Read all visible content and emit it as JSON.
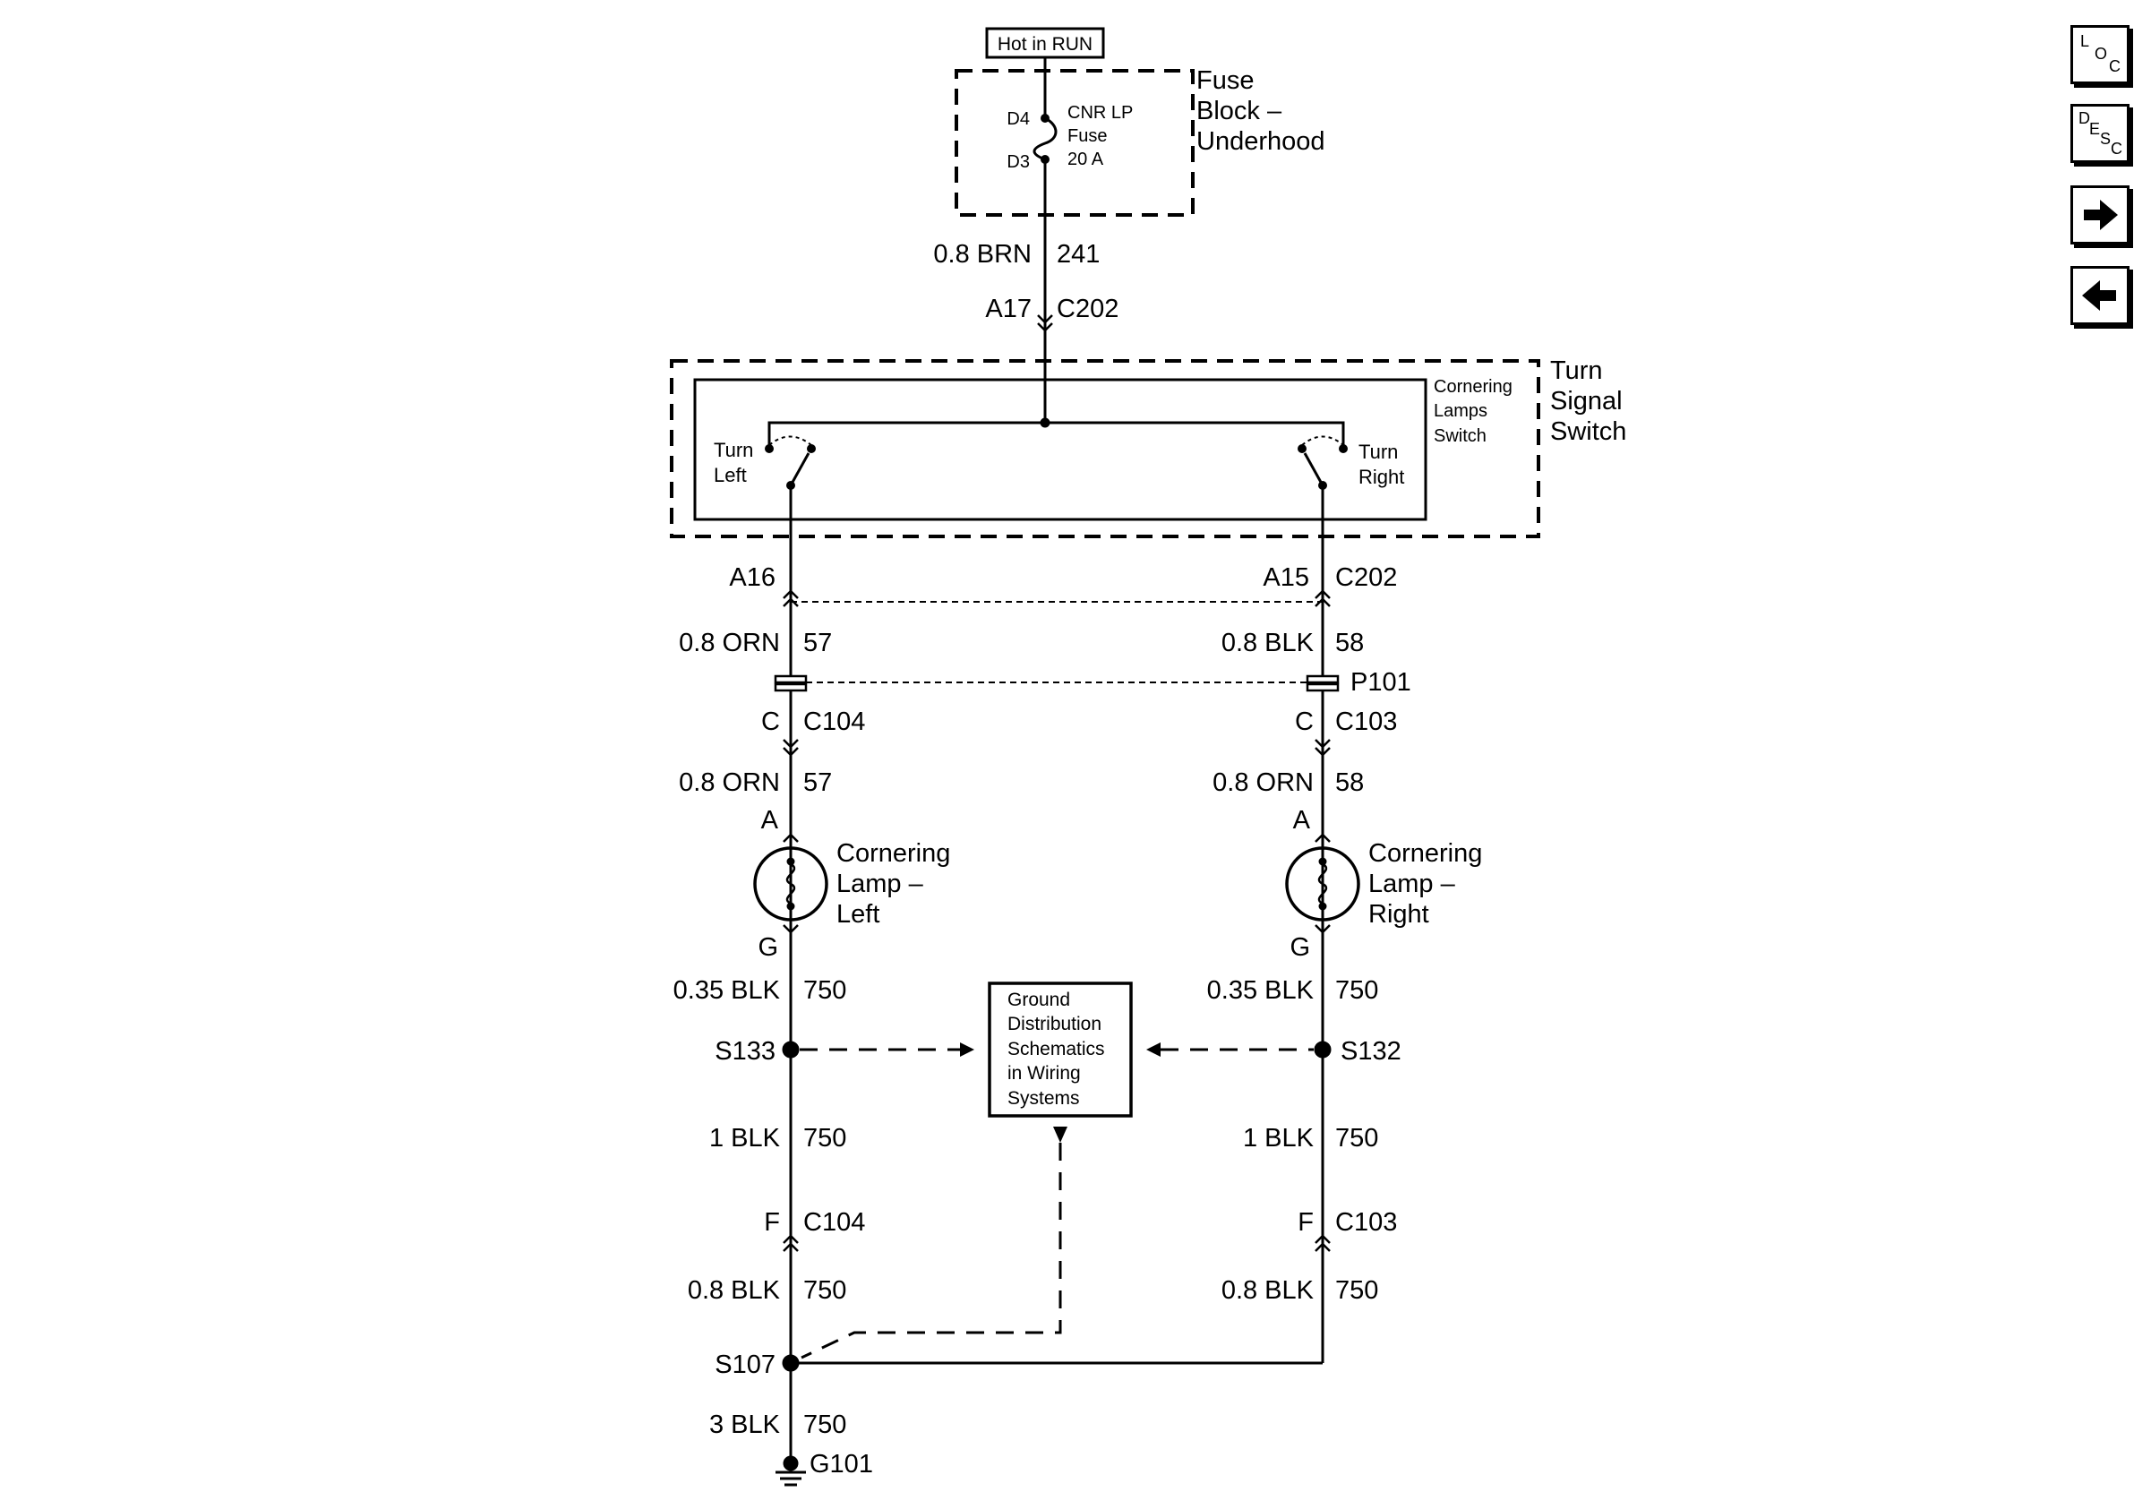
{
  "source": {
    "label": "Hot in RUN"
  },
  "fuse_block": {
    "title": [
      "Fuse",
      "Block –",
      "Underhood"
    ],
    "fuse_lines": [
      "CNR LP",
      "Fuse",
      "20 A"
    ],
    "pin_top": "D4",
    "pin_bottom": "D3"
  },
  "feed_wire": {
    "gauge_color": "0.8 BRN",
    "circuit": "241",
    "pin": "A17",
    "connector": "C202"
  },
  "turn_signal_switch": {
    "title": [
      "Turn",
      "Signal",
      "Switch"
    ],
    "inner_label": [
      "Cornering",
      "Lamps",
      "Switch"
    ],
    "left_contact": [
      "Turn",
      "Left"
    ],
    "right_contact": [
      "Turn",
      "Right"
    ]
  },
  "left_branch": {
    "switch_pin": "A16",
    "wire1_gauge_color": "0.8 ORN",
    "wire1_circuit": "57",
    "c104_pin": "C",
    "c104_connector": "C104",
    "wire2_gauge_color": "0.8 ORN",
    "wire2_circuit": "57",
    "lamp_pin_in": "A",
    "lamp_label": [
      "Cornering",
      "Lamp –",
      "Left"
    ],
    "lamp_pin_out": "G",
    "wire3_gauge_color": "0.35 BLK",
    "wire3_circuit": "750",
    "splice": "S133",
    "wire4_gauge_color": "1 BLK",
    "wire4_circuit": "750",
    "c104b_pin": "F",
    "c104b_connector": "C104",
    "wire5_gauge_color": "0.8 BLK",
    "wire5_circuit": "750"
  },
  "right_branch": {
    "switch_pin": "A15",
    "switch_connector": "C202",
    "wire1_gauge_color": "0.8 BLK",
    "wire1_circuit": "58",
    "p101": "P101",
    "c103_pin": "C",
    "c103_connector": "C103",
    "wire2_gauge_color": "0.8 ORN",
    "wire2_circuit": "58",
    "lamp_pin_in": "A",
    "lamp_label": [
      "Cornering",
      "Lamp –",
      "Right"
    ],
    "lamp_pin_out": "G",
    "wire3_gauge_color": "0.35 BLK",
    "wire3_circuit": "750",
    "splice": "S132",
    "wire4_gauge_color": "1 BLK",
    "wire4_circuit": "750",
    "c103b_pin": "F",
    "c103b_connector": "C103",
    "wire5_gauge_color": "0.8 BLK",
    "wire5_circuit": "750"
  },
  "ground_reference": {
    "label": [
      "Ground",
      "Distribution",
      "Schematics",
      "in Wiring",
      "Systems"
    ]
  },
  "ground": {
    "splice": "S107",
    "wire_gauge_color": "3 BLK",
    "wire_circuit": "750",
    "ground_point": "G101"
  },
  "nav_buttons": {
    "loc": [
      "L",
      "O",
      "C"
    ],
    "desc": [
      "D",
      "E",
      "S",
      "C"
    ]
  }
}
